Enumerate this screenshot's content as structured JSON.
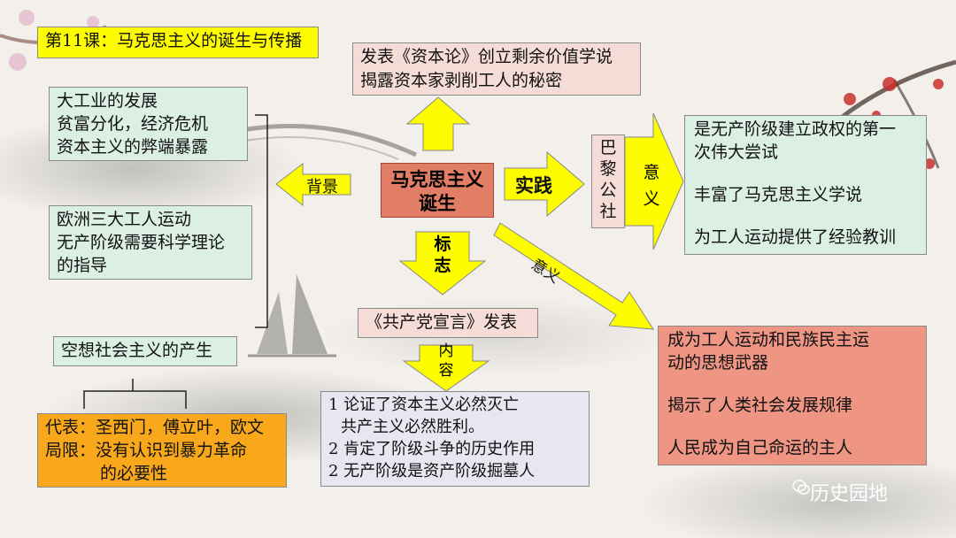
{
  "title": "第11课：马克思主义的诞生与传播",
  "center": [
    "马克思主义",
    "诞生"
  ],
  "capital": [
    "发表《资本论》创立剩余价值学说",
    "揭露资本家剥削工人的秘密"
  ],
  "background_label": "背景",
  "background_box1": [
    "大工业的发展",
    "贫富分化，经济危机",
    "资本主义的弊端暴露"
  ],
  "background_box2": [
    "欧洲三大工人运动",
    "无产阶级需要科学理论",
    "的指导"
  ],
  "utopian": "空想社会主义的产生",
  "utopian_detail": [
    "代表：圣西门，傅立叶，欧文",
    "局限：没有认识到暴力革命",
    "的必要性"
  ],
  "practice_label": "实践",
  "paris": [
    "巴",
    "黎",
    "公",
    "社"
  ],
  "meaning_label": [
    "意",
    "义"
  ],
  "paris_meaning": [
    "是无产阶级建立政权的第一",
    "次伟大尝试",
    "",
    "丰富了马克思主义学说",
    "",
    "为工人运动提供了经验教训"
  ],
  "symbol_label": [
    "标",
    "志"
  ],
  "manifesto": "《共产党宣言》发表",
  "content_label": [
    "内",
    "容"
  ],
  "manifesto_content": [
    "1 论证了资本主义必然灭亡",
    "    共产主义必然胜利。",
    "2 肯定了阶级斗争的历史作用",
    "2 无产阶级是资产阶级掘墓人"
  ],
  "diag_label": "意义",
  "marx_meaning": [
    "成为工人运动和民族民主运",
    "动的思想武器",
    "",
    "揭示了人类社会发展规律",
    "",
    "人民成为自己命运的主人"
  ],
  "watermark": "历史园地",
  "colors": {
    "yellow": "#fdfd00",
    "salmon": "#e27d66",
    "green": "#dcefe4",
    "orange": "#f8a81a"
  }
}
